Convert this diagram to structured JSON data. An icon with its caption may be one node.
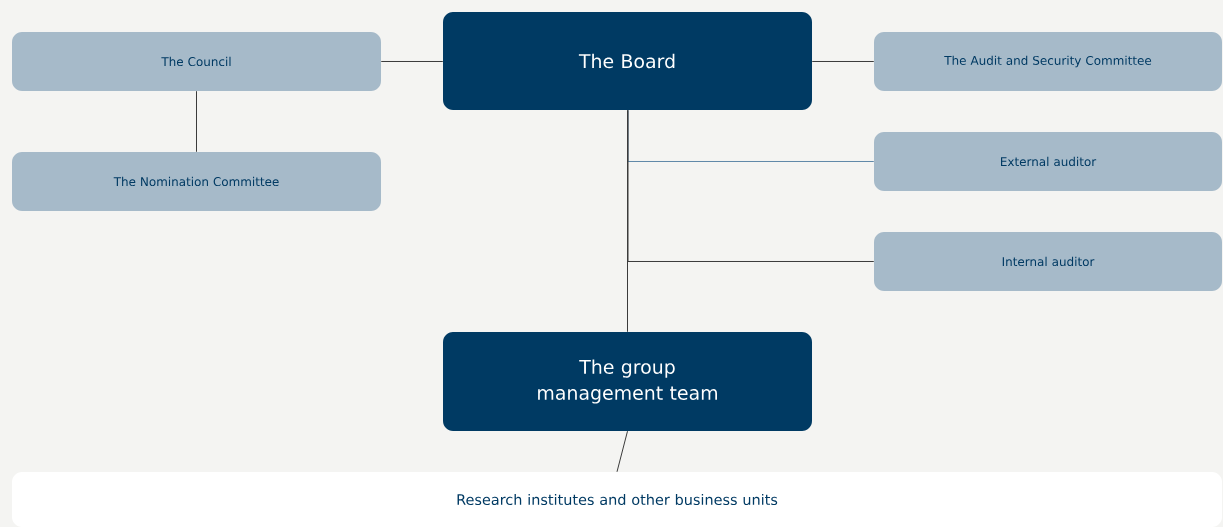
{
  "diagram": {
    "nodes": [
      {
        "text": [
          "The Board"
        ]
      },
      {
        "text": [
          "The Council"
        ]
      },
      {
        "text": [
          "The Nomination Committee"
        ]
      },
      {
        "text": [
          "The Audit and Security Committee"
        ]
      },
      {
        "text": [
          "External auditor"
        ]
      },
      {
        "text": [
          "Internal auditor"
        ]
      },
      {
        "text": [
          "The group management team"
        ]
      },
      {
        "text": [
          "Research institutes and other business units"
        ]
      }
    ],
    "edges": [
      {
        "from": 0,
        "to": 1,
        "arrow": "none"
      },
      {
        "from": 1,
        "to": 2,
        "arrow": "none"
      },
      {
        "from": 0,
        "to": 3,
        "arrow": "none"
      },
      {
        "from": 0,
        "to": 4,
        "arrow": "none",
        "color": "#5f88a8"
      },
      {
        "from": 0,
        "to": 5,
        "arrow": "none"
      },
      {
        "from": 0,
        "to": 6,
        "arrow": "none"
      },
      {
        "from": 6,
        "to": 7,
        "arrow": "none"
      }
    ]
  }
}
